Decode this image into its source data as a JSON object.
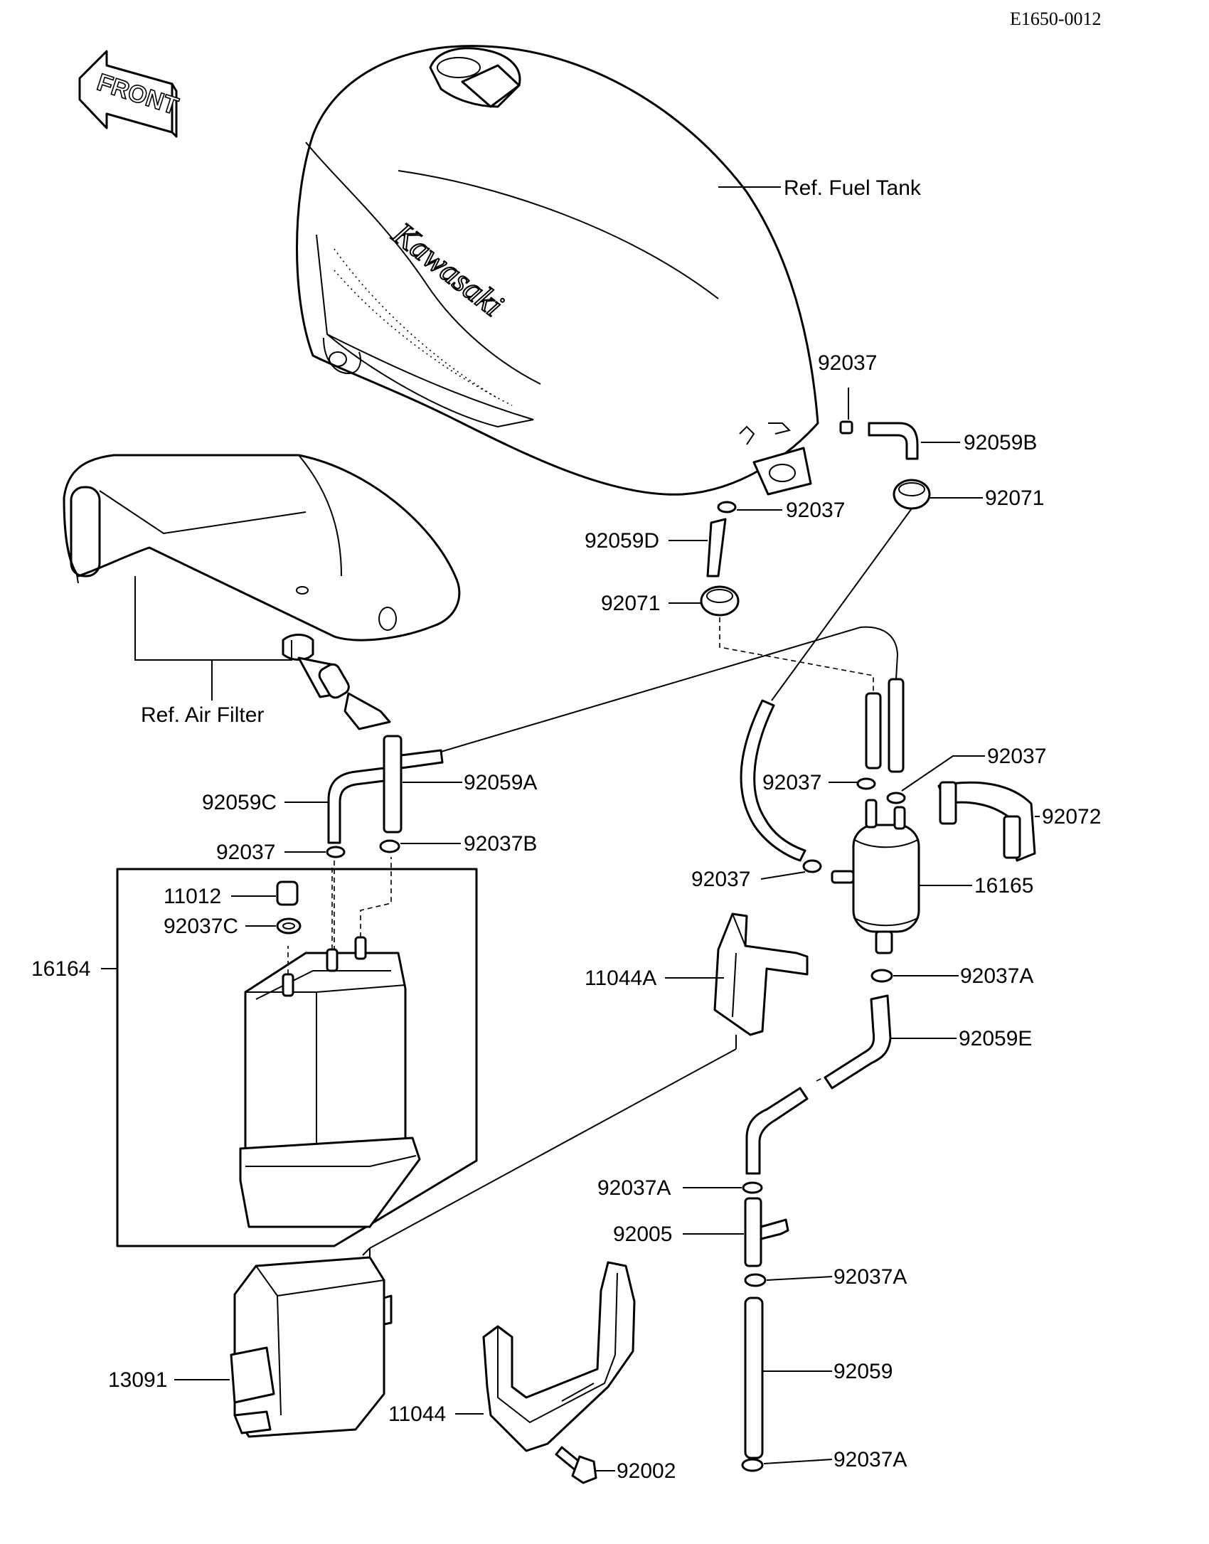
{
  "diagram_code": "E1650-0012",
  "front_label": "FRONT",
  "brand_logo": "Kawasaki",
  "labels": {
    "ref_fuel_tank": "Ref. Fuel Tank",
    "ref_air_filter": "Ref. Air Filter",
    "p92037_top": "92037",
    "p92059B": "92059B",
    "p92037_tank": "92037",
    "p92071_right": "92071",
    "p92059D": "92059D",
    "p92071_left": "92071",
    "p92059A": "92059A",
    "p92059C": "92059C",
    "p92037_left": "92037",
    "p92037B": "92037B",
    "p11012": "11012",
    "p92037C": "92037C",
    "p16164": "16164",
    "p92037_mid": "92037",
    "p92037_right": "92037",
    "p92072": "92072",
    "p92037_filter": "92037",
    "p16165": "16165",
    "p11044A": "11044A",
    "p92037A_1": "92037A",
    "p92059E": "92059E",
    "p92037A_2": "92037A",
    "p92005": "92005",
    "p92037A_3": "92037A",
    "p92059": "92059",
    "p13091": "13091",
    "p11044": "11044",
    "p92002": "92002",
    "p92037A_4": "92037A"
  }
}
